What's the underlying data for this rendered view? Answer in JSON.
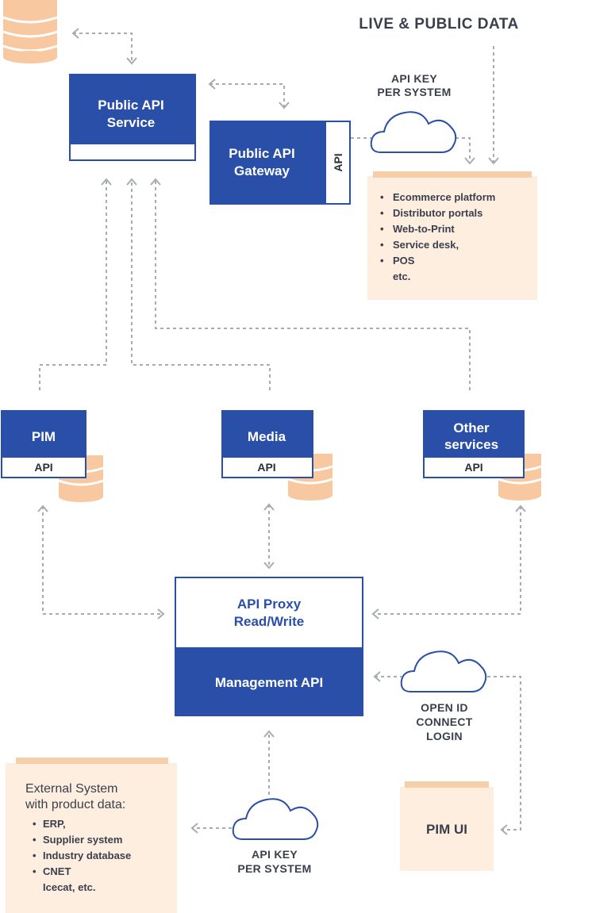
{
  "title": "LIVE & PUBLIC DATA",
  "public_api_service": {
    "line1": "Public API",
    "line2": "Service"
  },
  "public_api_gateway": {
    "line1": "Public API",
    "line2": "Gateway",
    "api": "API"
  },
  "api_key_top": {
    "line1": "API KEY",
    "line2": "PER SYSTEM"
  },
  "consumers": {
    "items": [
      "Ecommerce platform",
      "Distributor portals",
      "Web-to-Print",
      "Service desk,",
      "POS"
    ],
    "etc": "etc."
  },
  "pim": {
    "title": "PIM",
    "api": "API"
  },
  "media": {
    "title": "Media",
    "api": "API"
  },
  "other": {
    "line1": "Other",
    "line2": "services",
    "api": "API"
  },
  "api_proxy": {
    "line1": "API Proxy",
    "line2": "Read/Write"
  },
  "management_api": "Management API",
  "openid": {
    "line1": "OPEN ID",
    "line2": "CONNECT",
    "line3": "LOGIN"
  },
  "external": {
    "line1": "External System",
    "line2": "with product data:",
    "items": [
      "ERP,",
      "Supplier system",
      "Industry database",
      "CNET"
    ],
    "etc": "Icecat, etc."
  },
  "pim_ui": "PIM UI",
  "api_key_bottom": {
    "line1": "API KEY",
    "line2": "PER SYSTEM"
  },
  "colors": {
    "blue": "#2a4fa8",
    "peach": "#fdeee0",
    "peach_bar": "#f6cfa8",
    "stack": "#f8c9a0",
    "connector": "#a7abb4",
    "text": "#3b3f4c"
  }
}
